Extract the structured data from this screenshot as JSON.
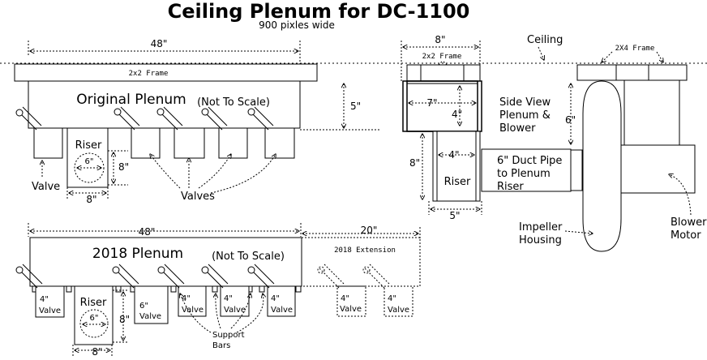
{
  "title": "Ceiling Plenum for DC-1100",
  "subtitle": "900 pixles wide",
  "labels": {
    "ceiling": "Ceiling",
    "frame_2x2": "2x2 Frame",
    "frame_2x2_side": "2x2 Frame",
    "frame_2x4": "2X4 Frame",
    "original_plenum": "Original Plenum",
    "not_to_scale": "(Not To Scale)",
    "valve": "Valve",
    "valves": "Valves",
    "riser": "Riser",
    "side_view": [
      "Side View",
      "Plenum &",
      "Blower"
    ],
    "duct_pipe": [
      "6\" Duct Pipe",
      "to Plenum",
      "Riser"
    ],
    "impeller": [
      "Impeller",
      "Housing"
    ],
    "blower_motor": [
      "Blower",
      "Motor"
    ],
    "plenum_2018": "2018 Plenum",
    "not_to_scale_2018": "(Not To Scale)",
    "extension_2018": "2018 Extension",
    "support_bars": [
      "Support",
      "Bars"
    ],
    "riser_2018": "Riser"
  },
  "dims": {
    "w48_top": "48\"",
    "h5": "5\"",
    "d6_riser": "6\"",
    "h8_riser": "8\"",
    "w8_riser": "8\"",
    "w8_side": "8\"",
    "w7_side": "7\"",
    "h4_side": "4\"",
    "w4_side": "4\"",
    "h8_side": "8\"",
    "w5_side": "5\"",
    "h6_blower": "6\"",
    "w48_bottom": "48\"",
    "w20_ext": "20\"",
    "d6_riser_2018": "6\"",
    "h8_riser_2018": "8\"",
    "w8_riser_2018": "8\""
  },
  "valves_2018": [
    {
      "size": "4\"",
      "name": "Valve"
    },
    {
      "size": "6\"",
      "name": "Valve"
    },
    {
      "size": "4\"",
      "name": "Valve"
    },
    {
      "size": "4\"",
      "name": "Valve"
    },
    {
      "size": "4\"",
      "name": "Valve"
    },
    {
      "size": "4\"",
      "name": "Valve"
    },
    {
      "size": "4\"",
      "name": "Valve"
    }
  ]
}
